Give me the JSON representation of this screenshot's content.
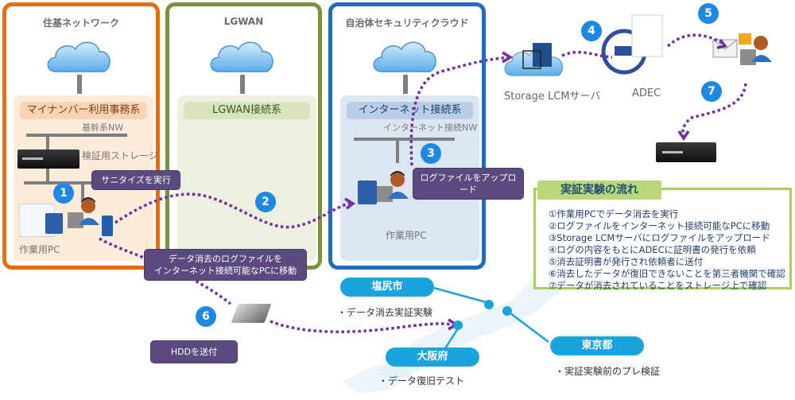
{
  "zones": {
    "juki": {
      "title": "住基ネットワーク",
      "segment": "マイナンバー利用事務系",
      "network": "基幹系NW",
      "storage": "検証用ストレージ",
      "pc": "作業用PC",
      "color": "#e46c0a"
    },
    "lgwan": {
      "title": "LGWAN",
      "segment": "LGWAN接続系",
      "color": "#77933c"
    },
    "cloud": {
      "title": "自治体セキュリティクラウド",
      "segment": "インターネット接続系",
      "network": "インターネット接続NW",
      "pc": "作業用PC",
      "color": "#1f6dbf"
    }
  },
  "external": {
    "storage_lcm": "Storage LCMサーバ",
    "adec": "ADEC"
  },
  "steps": [
    "1",
    "2",
    "3",
    "4",
    "5",
    "6",
    "7"
  ],
  "callouts": {
    "sanitize": "サニタイズを実行",
    "move_log_line1": "データ消去のログファイルを",
    "move_log_line2": "インターネット接続可能なPCに移動",
    "upload": "ログファイルをアップロード",
    "send_hdd": "HDDを送付"
  },
  "locations": [
    {
      "name": "塩尻市",
      "bullet": "・データ消去実証実験"
    },
    {
      "name": "大阪府",
      "bullet": "・データ復旧テスト"
    },
    {
      "name": "東京都",
      "bullet": "・実証実験前のプレ検証"
    }
  ],
  "flow": {
    "title": "実証実験の流れ",
    "items": [
      "①作業用PCでデータ消去を実行",
      "②ログファイルをインターネット接続可能なPCに移動",
      "③Storage LCMサーバにログファイルをアップロード",
      "④ログの内容をもとにADECに証明書の発行を依頼",
      "⑤消去証明書が発行され依頼者に送付",
      "⑥消去したデータが復旧できないことを第三者機関で確認",
      "⑦データが消去されていることをストレージ上で確認"
    ]
  },
  "colors": {
    "step_badge": "#1e88e5",
    "callout": "#5b4a7f",
    "arrow": "#7030a0",
    "location_pill": "#1aa3de",
    "flow_border": "#a9d05a"
  }
}
